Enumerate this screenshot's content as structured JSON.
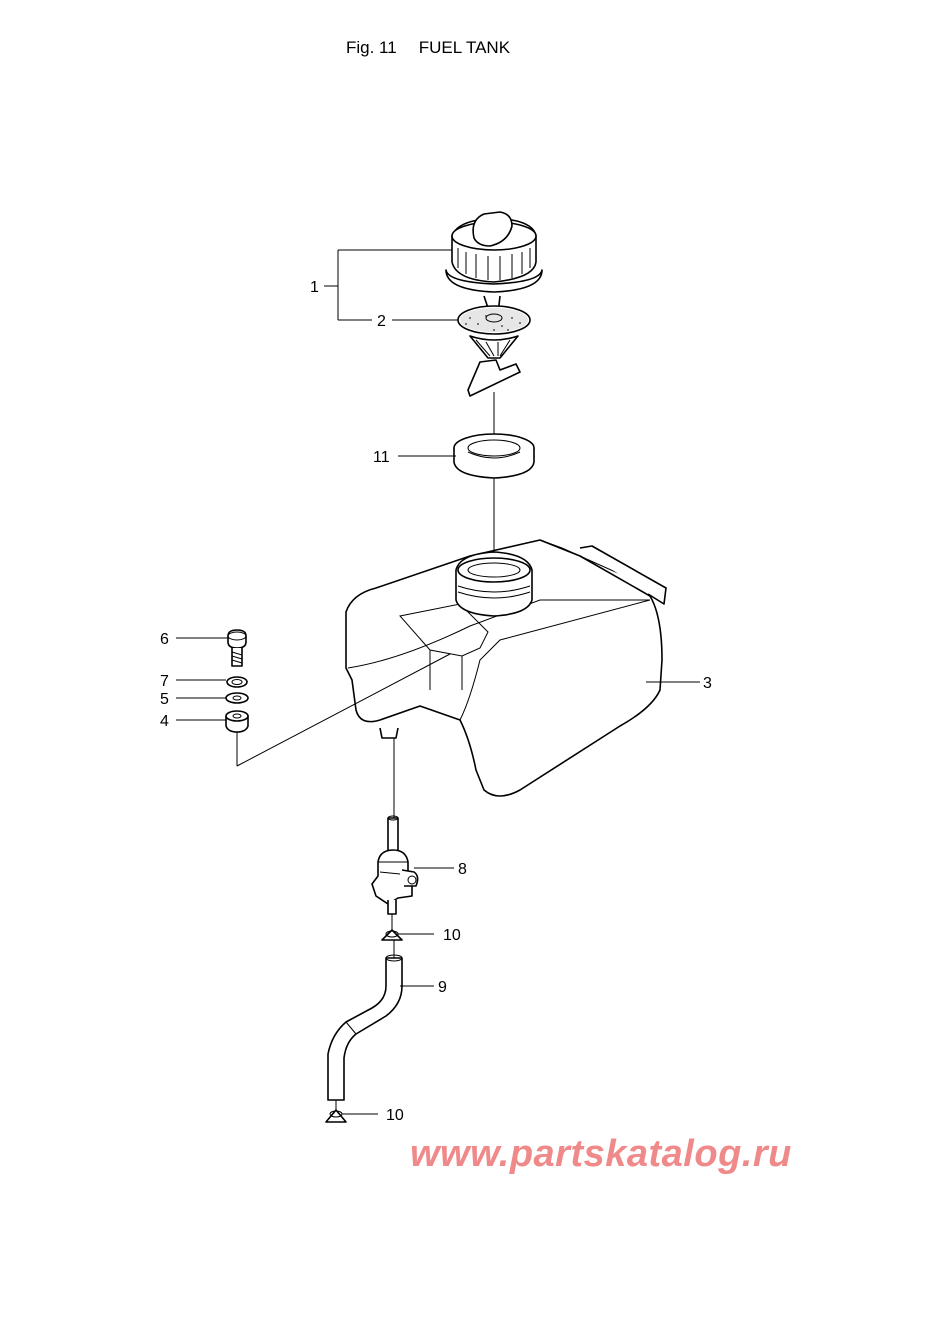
{
  "figure": {
    "number": "Fig. 11",
    "title": "FUEL TANK"
  },
  "callouts": [
    {
      "id": "c1",
      "label": "1"
    },
    {
      "id": "c2",
      "label": "2"
    },
    {
      "id": "c11",
      "label": "11"
    },
    {
      "id": "c3",
      "label": "3"
    },
    {
      "id": "c6",
      "label": "6"
    },
    {
      "id": "c7",
      "label": "7"
    },
    {
      "id": "c5",
      "label": "5"
    },
    {
      "id": "c4",
      "label": "4"
    },
    {
      "id": "c8",
      "label": "8"
    },
    {
      "id": "c10a",
      "label": "10"
    },
    {
      "id": "c9",
      "label": "9"
    },
    {
      "id": "c10b",
      "label": "10"
    }
  ],
  "watermark": {
    "text": "www.partskatalog.ru",
    "color": "#f08a8a"
  }
}
